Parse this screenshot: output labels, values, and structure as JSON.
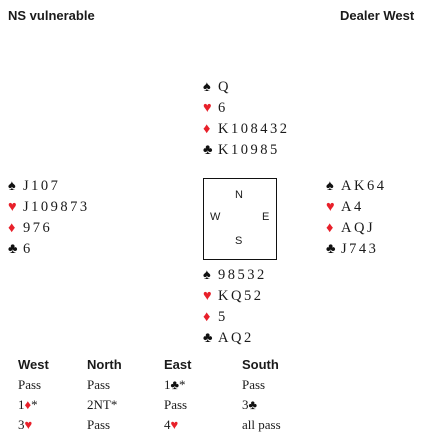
{
  "header": {
    "vulnerability": "NS vulnerable",
    "dealer": "Dealer West"
  },
  "compass": {
    "n": "N",
    "w": "W",
    "e": "E",
    "s": "S"
  },
  "hands": {
    "north": {
      "spades": "Q",
      "hearts": "6",
      "diamonds": "K108432",
      "clubs": "K10985"
    },
    "west": {
      "spades": "J107",
      "hearts": "J109873",
      "diamonds": "976",
      "clubs": "6"
    },
    "east": {
      "spades": "AK64",
      "hearts": "A4",
      "diamonds": "AQJ",
      "clubs": "J743"
    },
    "south": {
      "spades": "98532",
      "hearts": "KQ52",
      "diamonds": "5",
      "clubs": "AQ2"
    }
  },
  "auction": {
    "headers": [
      "West",
      "North",
      "East",
      "South"
    ],
    "west": [
      "Pass",
      "1♦*",
      "3♥"
    ],
    "north": [
      "Pass",
      "2NT*",
      "Pass"
    ],
    "east": [
      "1♣*",
      "Pass",
      "4♥"
    ],
    "south": [
      "Pass",
      "3♣",
      "all pass"
    ]
  },
  "colors": {
    "red_suit": "#e8202a",
    "black_suit": "#111111"
  }
}
